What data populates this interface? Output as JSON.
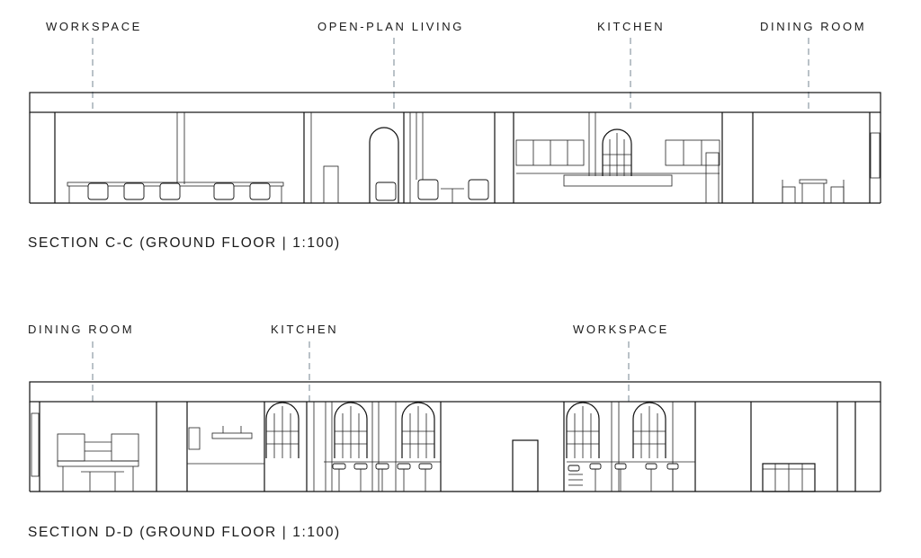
{
  "sections": [
    {
      "title": "SECTION C-C (GROUND FLOOR | 1:100)",
      "labels": [
        "WORKSPACE",
        "OPEN-PLAN LIVING",
        "KITCHEN",
        "DINING ROOM"
      ]
    },
    {
      "title": "SECTION D-D (GROUND FLOOR | 1:100)",
      "labels": [
        "DINING ROOM",
        "KITCHEN",
        "WORKSPACE"
      ]
    }
  ]
}
